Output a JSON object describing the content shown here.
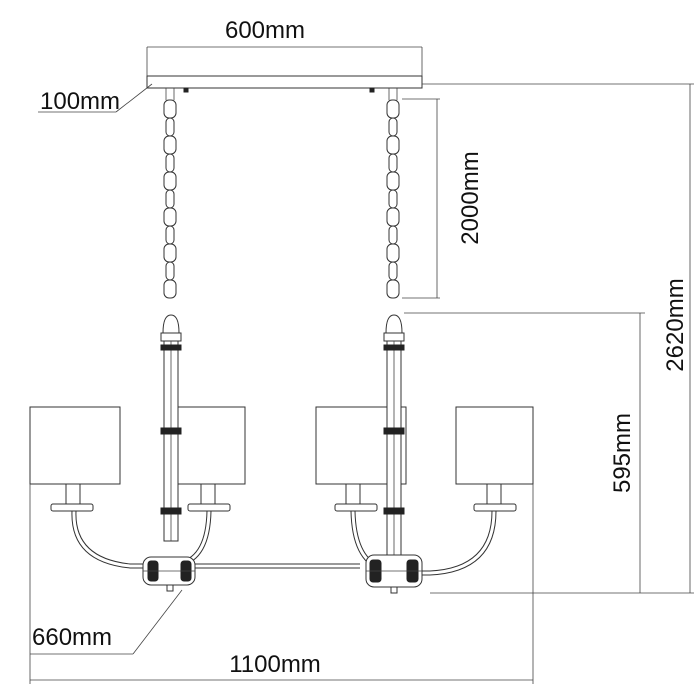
{
  "dimensions": {
    "canopy_width": "600mm",
    "canopy_depth": "100mm",
    "chain_length": "2000mm",
    "total_height": "2620mm",
    "body_height": "595mm",
    "body_depth": "660mm",
    "overall_width": "1100mm"
  }
}
